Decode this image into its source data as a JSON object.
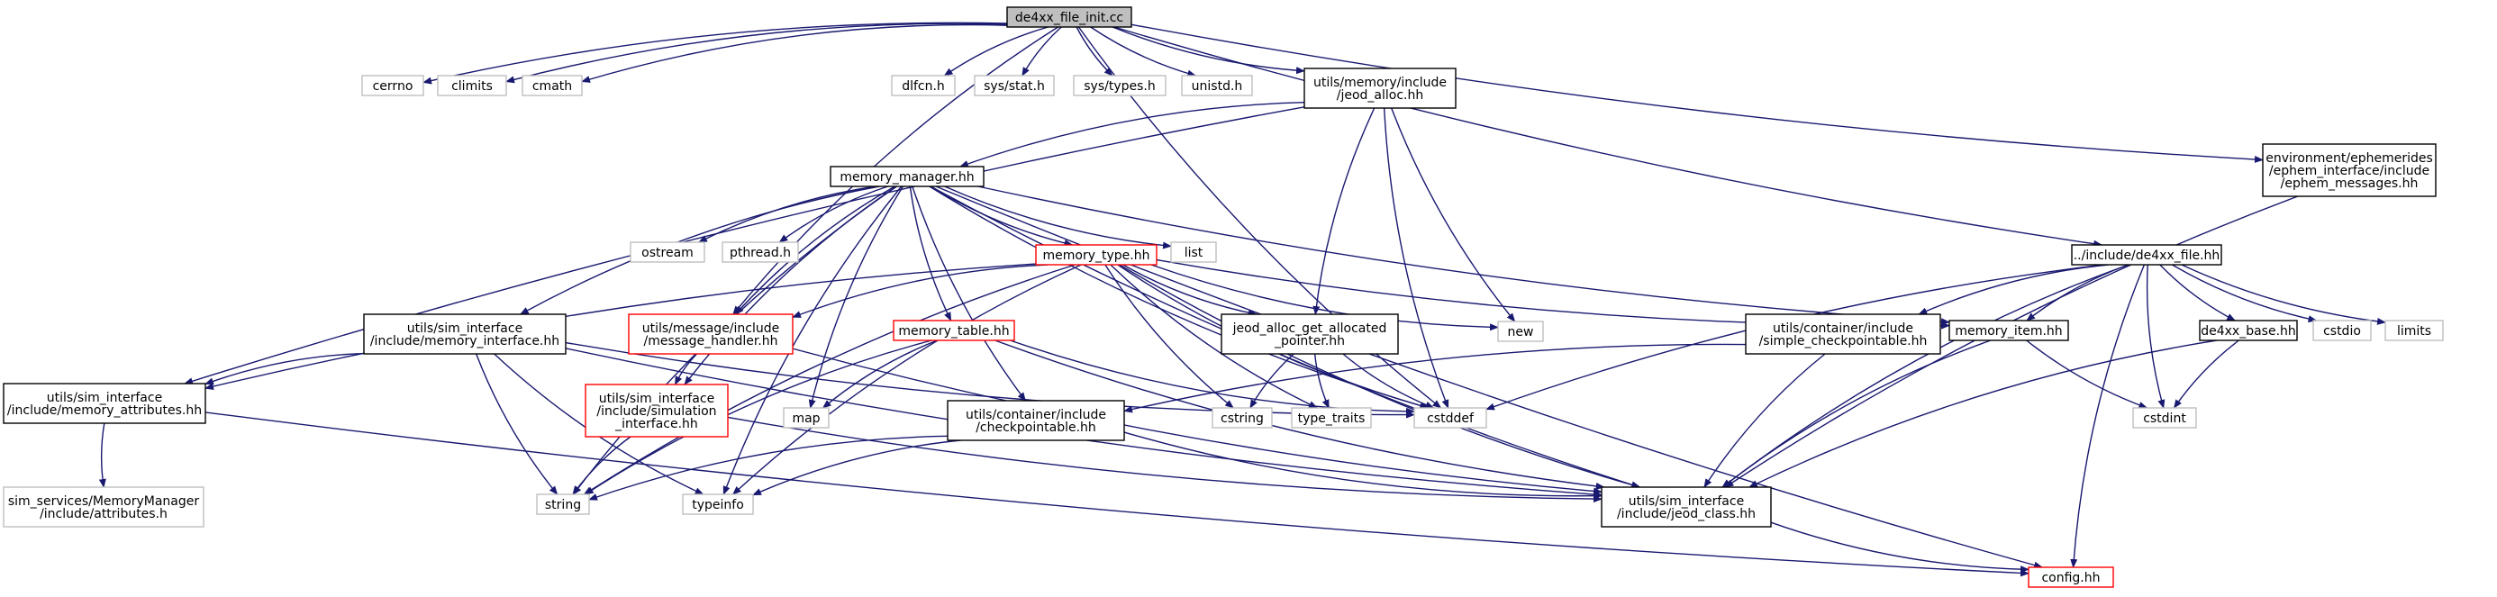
{
  "graph": {
    "title": "de4xx_file_init.cc",
    "nodes": [
      {
        "id": "root",
        "label": "de4xx_file_init.cc",
        "kind": "root"
      },
      {
        "id": "cerrno",
        "label": "cerrno",
        "kind": "sys"
      },
      {
        "id": "climits",
        "label": "climits",
        "kind": "sys"
      },
      {
        "id": "cmath",
        "label": "cmath",
        "kind": "sys"
      },
      {
        "id": "dlfcn",
        "label": "dlfcn.h",
        "kind": "sys"
      },
      {
        "id": "sysstat",
        "label": "sys/stat.h",
        "kind": "sys"
      },
      {
        "id": "systypes",
        "label": "sys/types.h",
        "kind": "sys"
      },
      {
        "id": "unistd",
        "label": "unistd.h",
        "kind": "sys"
      },
      {
        "id": "jeodalloc",
        "label": "utils/memory/include\n/jeod_alloc.hh",
        "kind": "doc"
      },
      {
        "id": "ephem",
        "label": "environment/ephemerides\n/ephem_interface/include\n/ephem_messages.hh",
        "kind": "doc"
      },
      {
        "id": "memmgr",
        "label": "memory_manager.hh",
        "kind": "doc"
      },
      {
        "id": "ostream",
        "label": "ostream",
        "kind": "sys"
      },
      {
        "id": "pthread",
        "label": "pthread.h",
        "kind": "sys"
      },
      {
        "id": "list",
        "label": "list",
        "kind": "sys"
      },
      {
        "id": "memtype",
        "label": "memory_type.hh",
        "kind": "red"
      },
      {
        "id": "de4xxfile",
        "label": "../include/de4xx_file.hh",
        "kind": "doc"
      },
      {
        "id": "meminterface",
        "label": "utils/sim_interface\n/include/memory_interface.hh",
        "kind": "doc"
      },
      {
        "id": "msghandler",
        "label": "utils/message/include\n/message_handler.hh",
        "kind": "red"
      },
      {
        "id": "memtable",
        "label": "memory_table.hh",
        "kind": "red"
      },
      {
        "id": "getalloc",
        "label": "jeod_alloc_get_allocated\n_pointer.hh",
        "kind": "doc"
      },
      {
        "id": "new",
        "label": "new",
        "kind": "sys"
      },
      {
        "id": "simplecp",
        "label": "utils/container/include\n/simple_checkpointable.hh",
        "kind": "doc"
      },
      {
        "id": "memitem",
        "label": "memory_item.hh",
        "kind": "doc"
      },
      {
        "id": "de4xxbase",
        "label": "de4xx_base.hh",
        "kind": "doc"
      },
      {
        "id": "cstdio",
        "label": "cstdio",
        "kind": "sys"
      },
      {
        "id": "limits",
        "label": "limits",
        "kind": "sys"
      },
      {
        "id": "memattr",
        "label": "utils/sim_interface\n/include/memory_attributes.hh",
        "kind": "doc"
      },
      {
        "id": "siminterface",
        "label": "utils/sim_interface\n/include/simulation\n_interface.hh",
        "kind": "red"
      },
      {
        "id": "map",
        "label": "map",
        "kind": "sys"
      },
      {
        "id": "checkpointable",
        "label": "utils/container/include\n/checkpointable.hh",
        "kind": "doc"
      },
      {
        "id": "cstring",
        "label": "cstring",
        "kind": "sys"
      },
      {
        "id": "typetraits",
        "label": "type_traits",
        "kind": "sys"
      },
      {
        "id": "cstddef",
        "label": "cstddef",
        "kind": "sys"
      },
      {
        "id": "cstdint",
        "label": "cstdint",
        "kind": "sys"
      },
      {
        "id": "simattr",
        "label": "sim_services/MemoryManager\n/include/attributes.h",
        "kind": "sys"
      },
      {
        "id": "string",
        "label": "string",
        "kind": "sys"
      },
      {
        "id": "typeinfo",
        "label": "typeinfo",
        "kind": "sys"
      },
      {
        "id": "jeodclass",
        "label": "utils/sim_interface\n/include/jeod_class.hh",
        "kind": "doc"
      },
      {
        "id": "config",
        "label": "config.hh",
        "kind": "red"
      }
    ],
    "edges": [
      [
        "root",
        "cerrno"
      ],
      [
        "root",
        "climits"
      ],
      [
        "root",
        "cmath"
      ],
      [
        "root",
        "dlfcn"
      ],
      [
        "root",
        "sysstat"
      ],
      [
        "root",
        "systypes"
      ],
      [
        "root",
        "unistd"
      ],
      [
        "root",
        "jeodalloc"
      ],
      [
        "root",
        "ephem"
      ],
      [
        "root",
        "de4xxfile"
      ],
      [
        "root",
        "msghandler"
      ],
      [
        "root",
        "cstddef"
      ],
      [
        "jeodalloc",
        "memmgr"
      ],
      [
        "jeodalloc",
        "memattr"
      ],
      [
        "jeodalloc",
        "getalloc"
      ],
      [
        "jeodalloc",
        "new"
      ],
      [
        "jeodalloc",
        "cstddef"
      ],
      [
        "ephem",
        "jeodclass"
      ],
      [
        "memmgr",
        "ostream"
      ],
      [
        "memmgr",
        "pthread"
      ],
      [
        "memmgr",
        "list"
      ],
      [
        "memmgr",
        "memtype"
      ],
      [
        "memmgr",
        "meminterface"
      ],
      [
        "memmgr",
        "msghandler"
      ],
      [
        "memmgr",
        "memtable"
      ],
      [
        "memmgr",
        "map"
      ],
      [
        "memmgr",
        "siminterface"
      ],
      [
        "memmgr",
        "checkpointable"
      ],
      [
        "memmgr",
        "cstddef"
      ],
      [
        "memmgr",
        "memitem"
      ],
      [
        "memmgr",
        "jeodclass"
      ],
      [
        "memmgr",
        "string"
      ],
      [
        "memmgr",
        "typeinfo"
      ],
      [
        "memmgr",
        "config"
      ],
      [
        "memtype",
        "msghandler"
      ],
      [
        "memtype",
        "memattr"
      ],
      [
        "memtype",
        "getalloc"
      ],
      [
        "memtype",
        "new"
      ],
      [
        "memtype",
        "memitem"
      ],
      [
        "memtype",
        "cstring"
      ],
      [
        "memtype",
        "typetraits"
      ],
      [
        "memtype",
        "cstddef"
      ],
      [
        "memtype",
        "jeodclass"
      ],
      [
        "memtype",
        "typeinfo"
      ],
      [
        "memtype",
        "string"
      ],
      [
        "de4xxfile",
        "simplecp"
      ],
      [
        "de4xxfile",
        "memitem"
      ],
      [
        "de4xxfile",
        "de4xxbase"
      ],
      [
        "de4xxfile",
        "cstdio"
      ],
      [
        "de4xxfile",
        "limits"
      ],
      [
        "de4xxfile",
        "cstdint"
      ],
      [
        "de4xxfile",
        "cstddef"
      ],
      [
        "de4xxfile",
        "jeodclass"
      ],
      [
        "de4xxfile",
        "config"
      ],
      [
        "meminterface",
        "memattr"
      ],
      [
        "meminterface",
        "string"
      ],
      [
        "meminterface",
        "typeinfo"
      ],
      [
        "meminterface",
        "jeodclass"
      ],
      [
        "meminterface",
        "cstddef"
      ],
      [
        "msghandler",
        "siminterface"
      ],
      [
        "msghandler",
        "jeodclass"
      ],
      [
        "memtable",
        "map"
      ],
      [
        "memtable",
        "string"
      ],
      [
        "memtable",
        "cstddef"
      ],
      [
        "memtable",
        "jeodclass"
      ],
      [
        "getalloc",
        "cstring"
      ],
      [
        "getalloc",
        "typetraits"
      ],
      [
        "getalloc",
        "cstddef"
      ],
      [
        "simplecp",
        "checkpointable"
      ],
      [
        "simplecp",
        "jeodclass"
      ],
      [
        "memitem",
        "cstdint"
      ],
      [
        "memitem",
        "jeodclass"
      ],
      [
        "de4xxbase",
        "cstdint"
      ],
      [
        "de4xxbase",
        "jeodclass"
      ],
      [
        "memattr",
        "simattr"
      ],
      [
        "memattr",
        "config"
      ],
      [
        "siminterface",
        "string"
      ],
      [
        "siminterface",
        "jeodclass"
      ],
      [
        "checkpointable",
        "string"
      ],
      [
        "checkpointable",
        "typeinfo"
      ],
      [
        "checkpointable",
        "jeodclass"
      ],
      [
        "jeodclass",
        "config"
      ]
    ]
  },
  "colors": {
    "edge": "#191970",
    "root_fill": "#bfbfbf",
    "doc_border": "#000000",
    "sys_border": "#bfbfbf",
    "red_border": "#ff0000"
  }
}
